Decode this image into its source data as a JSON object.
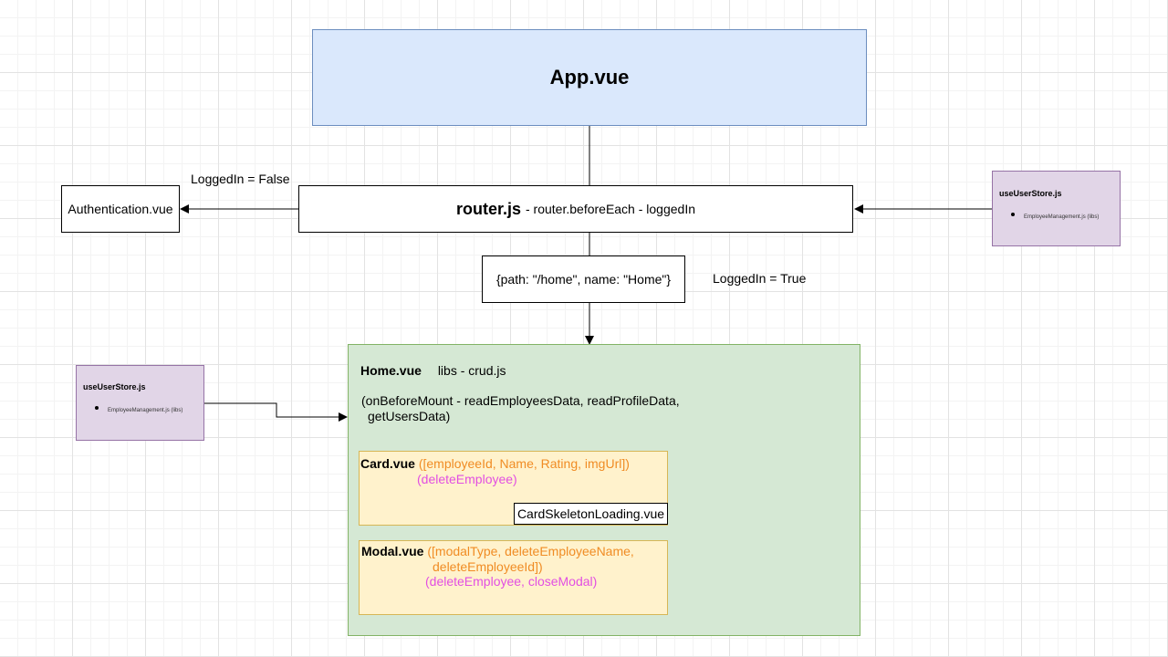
{
  "app": {
    "title": "App.vue"
  },
  "router": {
    "title": "router.js",
    "subtitle": "- router.beforeEach - loggedIn"
  },
  "auth": {
    "label": "Authentication.vue"
  },
  "edges": {
    "logged_false": "LoggedIn = False",
    "logged_true": "LoggedIn = True"
  },
  "route": {
    "label": "{path: \"/home\", name: \"Home\"}"
  },
  "store_right": {
    "title": "useUserStore.js",
    "item": "EmployeeManagement.js (libs)"
  },
  "store_left": {
    "title": "useUserStore.js",
    "item": "EmployeeManagement.js (libs)"
  },
  "home": {
    "title": "Home.vue",
    "libs": "libs - crud.js",
    "mount_line1": "(onBeforeMount - readEmployeesData, readProfileData,",
    "mount_line2": "getUsersData)"
  },
  "card": {
    "title": "Card.vue",
    "props": "([employeeId, Name, Rating, imgUrl])",
    "emits": "(deleteEmployee)",
    "skeleton": "CardSkeletonLoading.vue"
  },
  "modal": {
    "title": "Modal.vue",
    "props_line1": "([modalType, deleteEmployeeName,",
    "props_line2": "deleteEmployeeId])",
    "emits": "(deleteEmployee, closeModal)"
  },
  "colors": {
    "blue_fill": "#dae8fc",
    "purple_fill": "#e1d5e7",
    "green_fill": "#d5e8d4",
    "yellow_fill": "#fff2cc",
    "orange_text": "#f08c24",
    "magenta_text": "#e24fe2"
  }
}
